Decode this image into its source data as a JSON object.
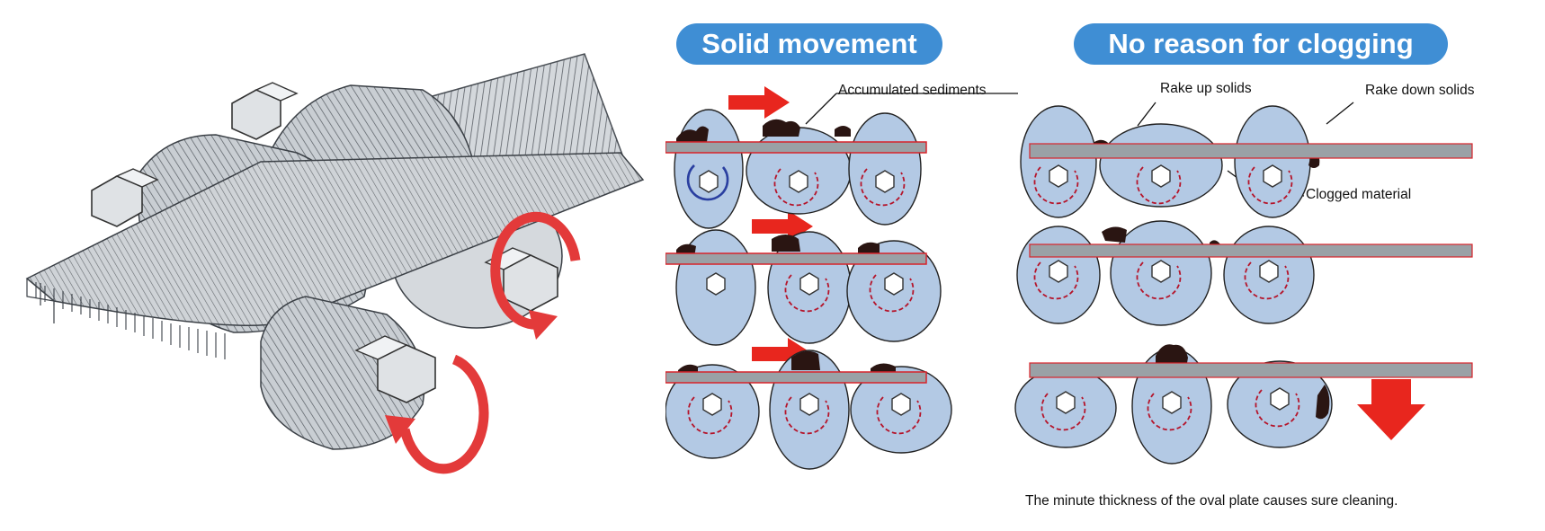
{
  "headings": {
    "solid_movement": "Solid movement",
    "no_clogging": "No reason for clogging"
  },
  "labels": {
    "accumulated_sediments": "Accumulated sediments",
    "rake_up_solids": "Rake up solids",
    "rake_down_solids": "Rake down solids",
    "clogged_material": "Clogged material"
  },
  "caption": "The minute thickness of the oval plate causes sure cleaning.",
  "colors": {
    "heading_fill": "#3f8ed4",
    "oval_fill": "#b3c9e4",
    "bar_fill": "#9aa1a6",
    "bar_edge": "#d8232a",
    "arrow": "#e8261e",
    "rotation_arrow": "#b5142a",
    "sediment": "#2a1512",
    "machine_gray": "#c8ccd0"
  },
  "icons": [
    "flow-arrow-icon",
    "rotation-arrow-icon",
    "hex-shaft-icon",
    "down-arrow-icon"
  ]
}
